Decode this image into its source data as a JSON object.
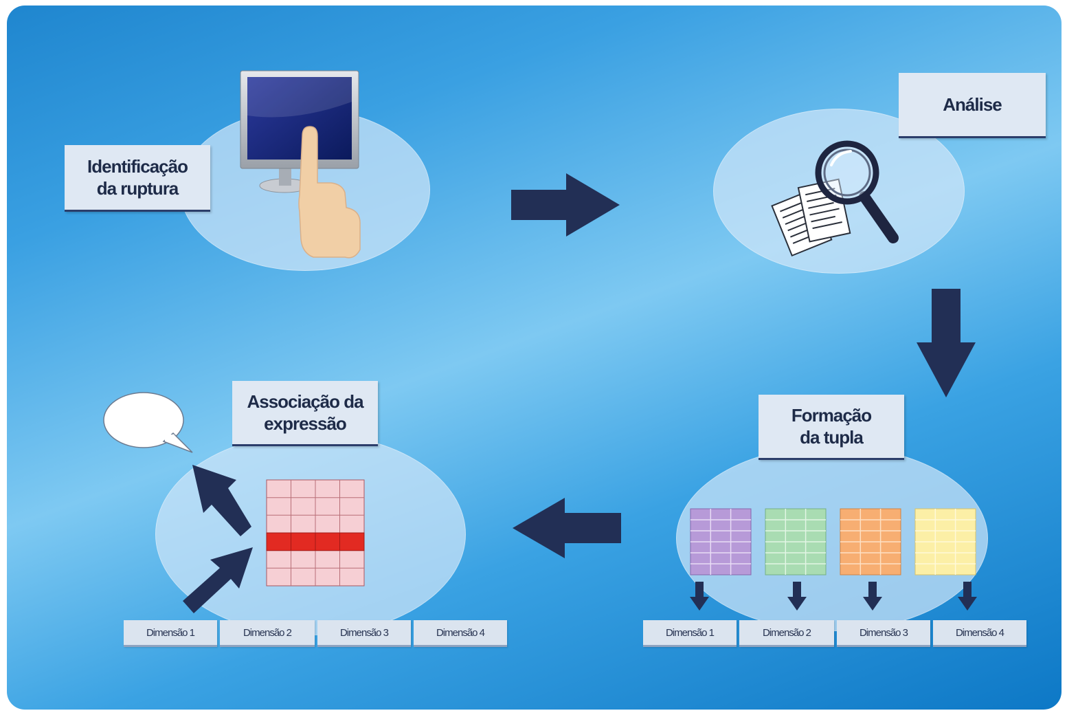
{
  "steps": {
    "identify": "Identificação\nda ruptura",
    "analysis": "Análise",
    "tuple": "Formação\nda tupla",
    "association": "Associação da\nexpressão"
  },
  "dimensions_left": [
    "Dimensão 1",
    "Dimensão 2",
    "Dimensão 3",
    "Dimensão 4"
  ],
  "dimensions_right": [
    "Dimensão 1",
    "Dimensão 2",
    "Dimensão 3",
    "Dimensão 4"
  ],
  "colors": {
    "arrow": "#222f55",
    "purple_cube": "#b79ad8",
    "green_cube": "#a9dcb2",
    "orange_cube": "#f7ae72",
    "yellow_cube": "#fcefa6",
    "grid_fill": "#f6cfd4",
    "grid_highlight": "#e22a22"
  }
}
